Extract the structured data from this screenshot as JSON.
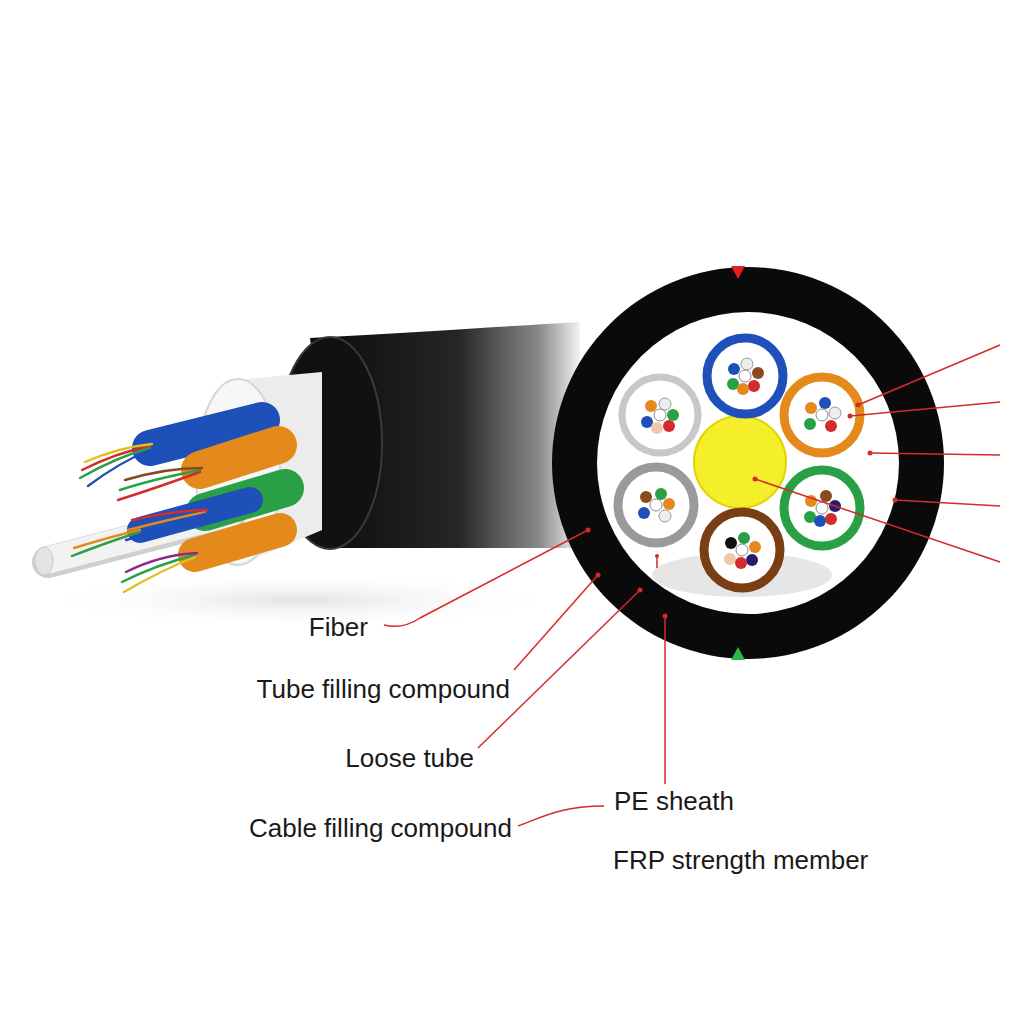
{
  "diagram": {
    "labels": [
      "Fiber",
      "Tube filling compound",
      "Loose tube",
      "Cable filling compound",
      "PE sheath",
      "FRP strength member"
    ]
  }
}
